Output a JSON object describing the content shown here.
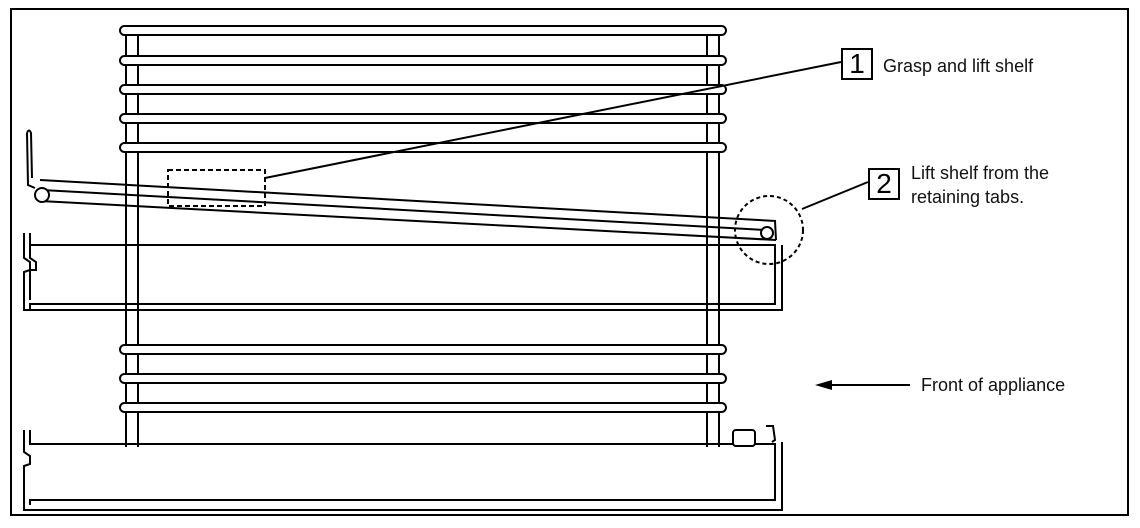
{
  "callouts": [
    {
      "number": "1",
      "text": "Grasp and lift shelf"
    },
    {
      "number": "2",
      "text_line1": "Lift shelf from the",
      "text_line2": "retaining tabs."
    }
  ],
  "front_label": "Front of appliance",
  "colors": {
    "line": "#000000",
    "background": "#ffffff"
  }
}
